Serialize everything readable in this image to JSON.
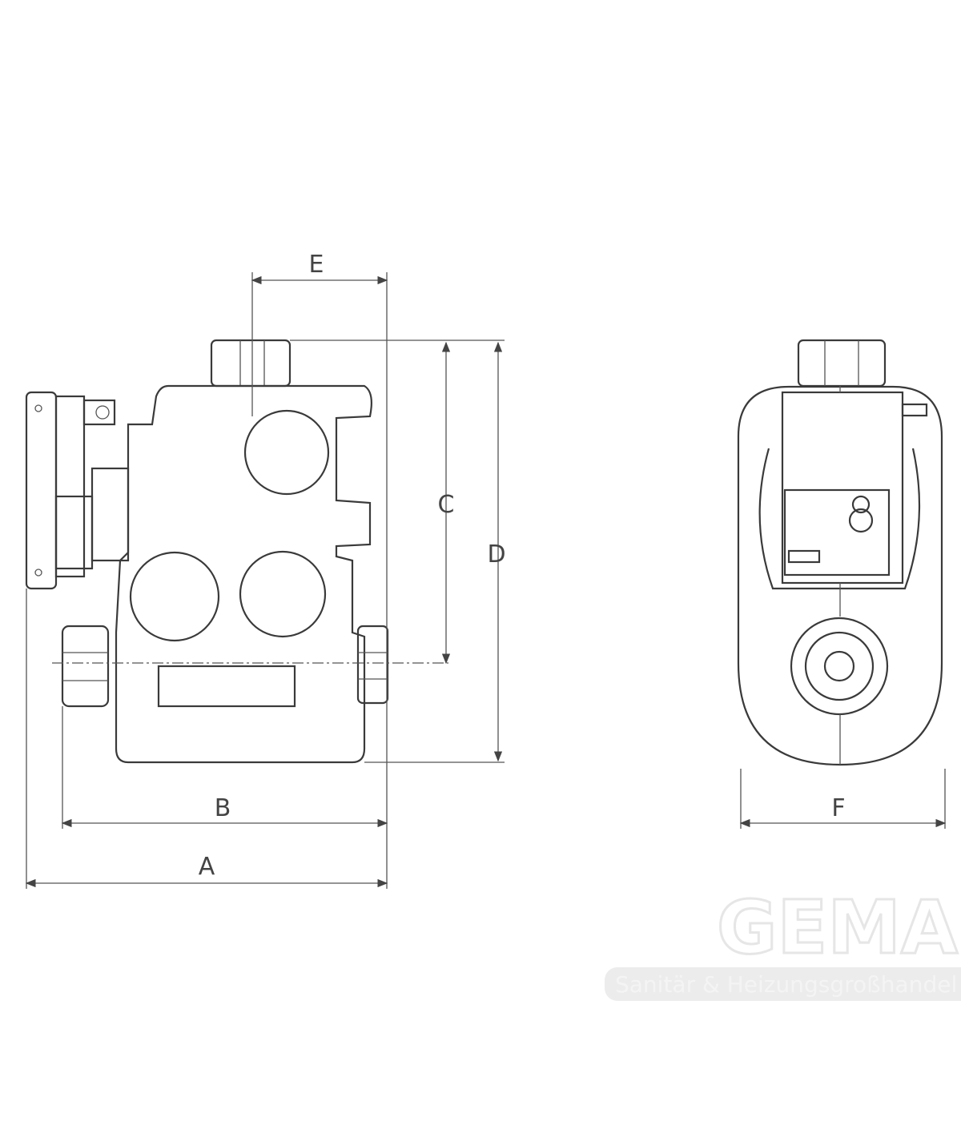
{
  "dimensions": {
    "A": "A",
    "B": "B",
    "C": "C",
    "D": "D",
    "E": "E",
    "F": "F"
  },
  "watermark": {
    "brand": "GEMA",
    "tagline": "Sanitär & Heizungsgroßhandel"
  }
}
